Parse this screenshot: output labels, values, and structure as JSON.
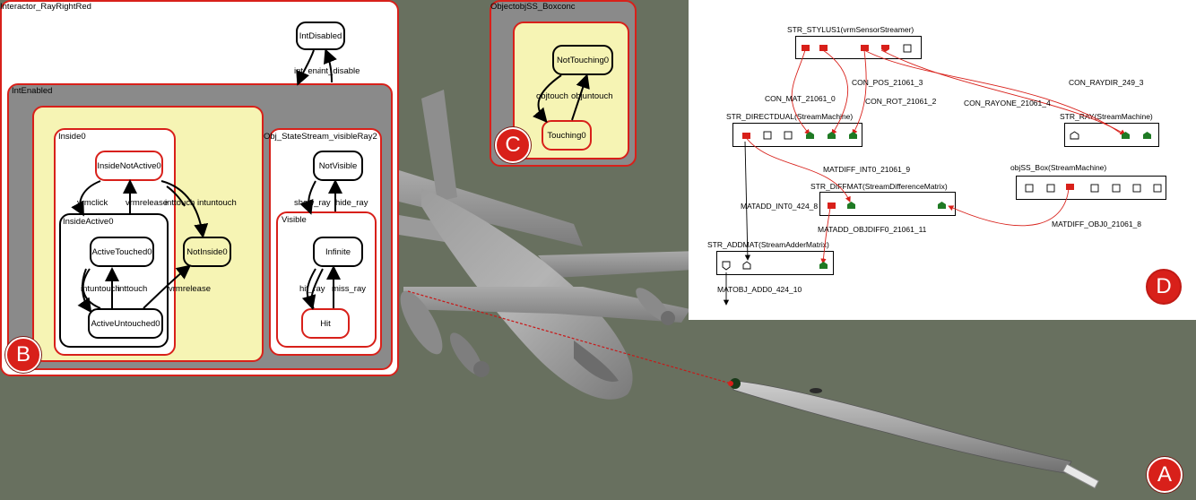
{
  "panels": {
    "b": {
      "title": "Interactor_RayRightRed",
      "badge": "B",
      "states": {
        "int_disabled": "IntDisabled",
        "int_enabled": "IntEnabled",
        "inside0": "Inside0",
        "inside_not_active0": "InsideNotActive0",
        "inside_active0": "InsideActive0",
        "active_touched0": "ActiveTouched0",
        "active_untouched0": "ActiveUntouched0",
        "not_inside0": "NotInside0",
        "obj_state_stream": "Obj_StateStream_visibleRay2",
        "not_visible": "NotVisible",
        "visible": "Visible",
        "infinite": "Infinite",
        "hit": "Hit"
      },
      "transitions": {
        "int_enable": "int_enable",
        "int_disable": "int_disable",
        "vrmclick": "vrmclick",
        "vrmrelease_a": "vrmrelease",
        "inttouch": "inttouch",
        "intuntouch_a": "intuntouch",
        "vrmrelease_b": "vrmrelease",
        "intuntouch_b": "intuntouch",
        "inttouch_b": "inttouch",
        "vrmrelease_c": "vrmrelease",
        "show_ray": "show_ray",
        "hide_ray": "hide_ray",
        "hit_ray": "hit_ray",
        "miss_ray": "miss_ray"
      }
    },
    "c": {
      "title": "ObjectobjSS_Boxconc",
      "badge": "C",
      "states": {
        "not_touching0": "NotTouching0",
        "touching0": "Touching0"
      },
      "transitions": {
        "objtouch": "objtouch",
        "objuntouch": "objuntouch"
      }
    },
    "d": {
      "badge": "D",
      "nodes": {
        "stylus": "STR_STYLUS1(vrmSensorStreamer)",
        "directdual": "STR_DIRECTDUAL(StreamMachine)",
        "ray": "STR_RAY(StreamMachine)",
        "objss_box": "objSS_Box(StreamMachine)",
        "diffmat": "STR_DIFFMAT(StreamDifferenceMatrix)",
        "addmat": "STR_ADDMAT(StreamAdderMatrix)"
      },
      "edges": {
        "con_pos": "CON_POS_21061_3",
        "con_raydir": "CON_RAYDIR_249_3",
        "con_mat": "CON_MAT_21061_0",
        "con_rot": "CON_ROT_21061_2",
        "con_rayone": "CON_RAYONE_21061_4",
        "matdiff_int0": "MATDIFF_INT0_21061_9",
        "matadd_int0": "MATADD_INT0_424_8",
        "matadd_objdiff0": "MATADD_OBJDIFF0_21061_11",
        "matdiff_obj0": "MATDIFF_OBJ0_21061_8",
        "matobj_add0": "MATOBJ_ADD0_424_10"
      }
    },
    "a": {
      "badge": "A"
    }
  },
  "colors": {
    "background": "#68705f",
    "panel_gray": "#8a8a8a",
    "state_yellow": "#f6f4b4",
    "state_red_border": "#d8201a",
    "badge_red": "#d8201a",
    "port_green": "#1f7a24",
    "port_red": "#d8201a"
  }
}
